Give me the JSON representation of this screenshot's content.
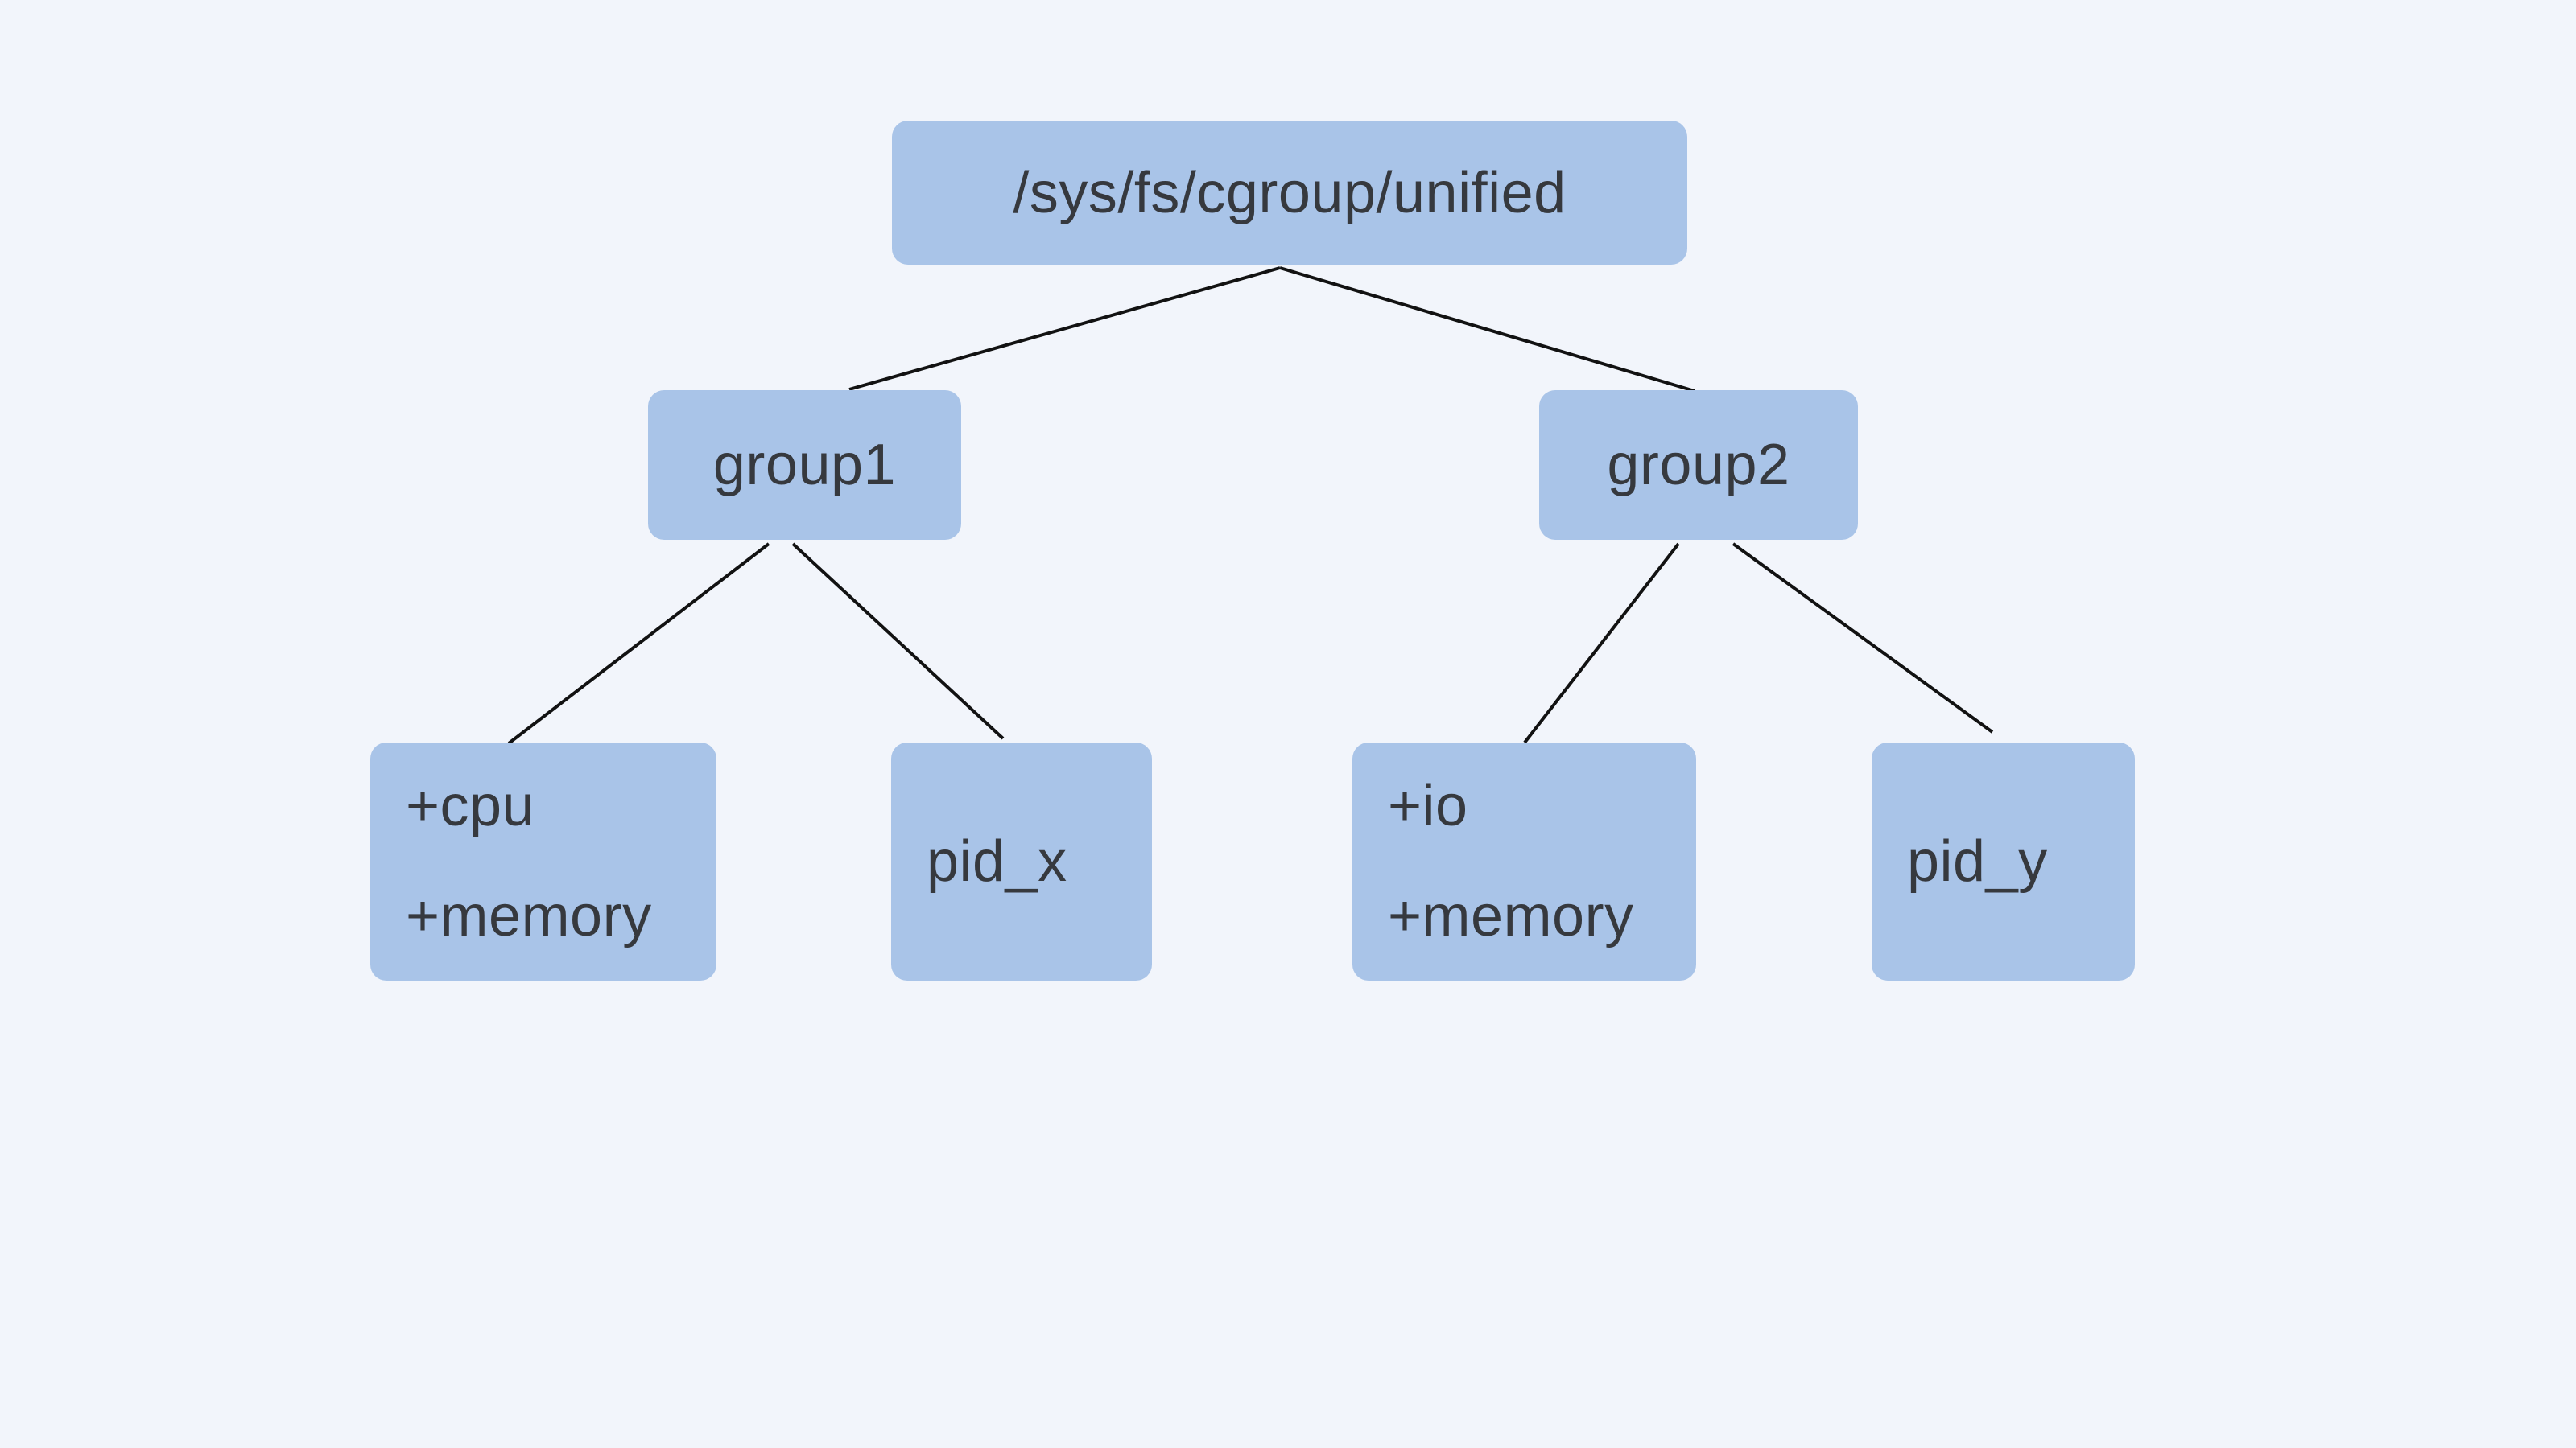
{
  "colors": {
    "background": "#f2f5fb",
    "node_fill": "#a9c4e8",
    "node_text": "#36393e",
    "edge": "#121212"
  },
  "nodes": {
    "root": {
      "label": "/sys/fs/cgroup/unified"
    },
    "group1": {
      "label": "group1"
    },
    "group2": {
      "label": "group2"
    },
    "cpu_memory": {
      "lines": [
        "+cpu",
        "+memory"
      ]
    },
    "pid_x": {
      "label": "pid_x"
    },
    "io_memory": {
      "lines": [
        "+io",
        "+memory"
      ]
    },
    "pid_y": {
      "label": "pid_y"
    }
  },
  "edges": [
    {
      "from": "root",
      "to": "group1"
    },
    {
      "from": "root",
      "to": "group2"
    },
    {
      "from": "group1",
      "to": "cpu_memory"
    },
    {
      "from": "group1",
      "to": "pid_x"
    },
    {
      "from": "group2",
      "to": "io_memory"
    },
    {
      "from": "group2",
      "to": "pid_y"
    }
  ]
}
